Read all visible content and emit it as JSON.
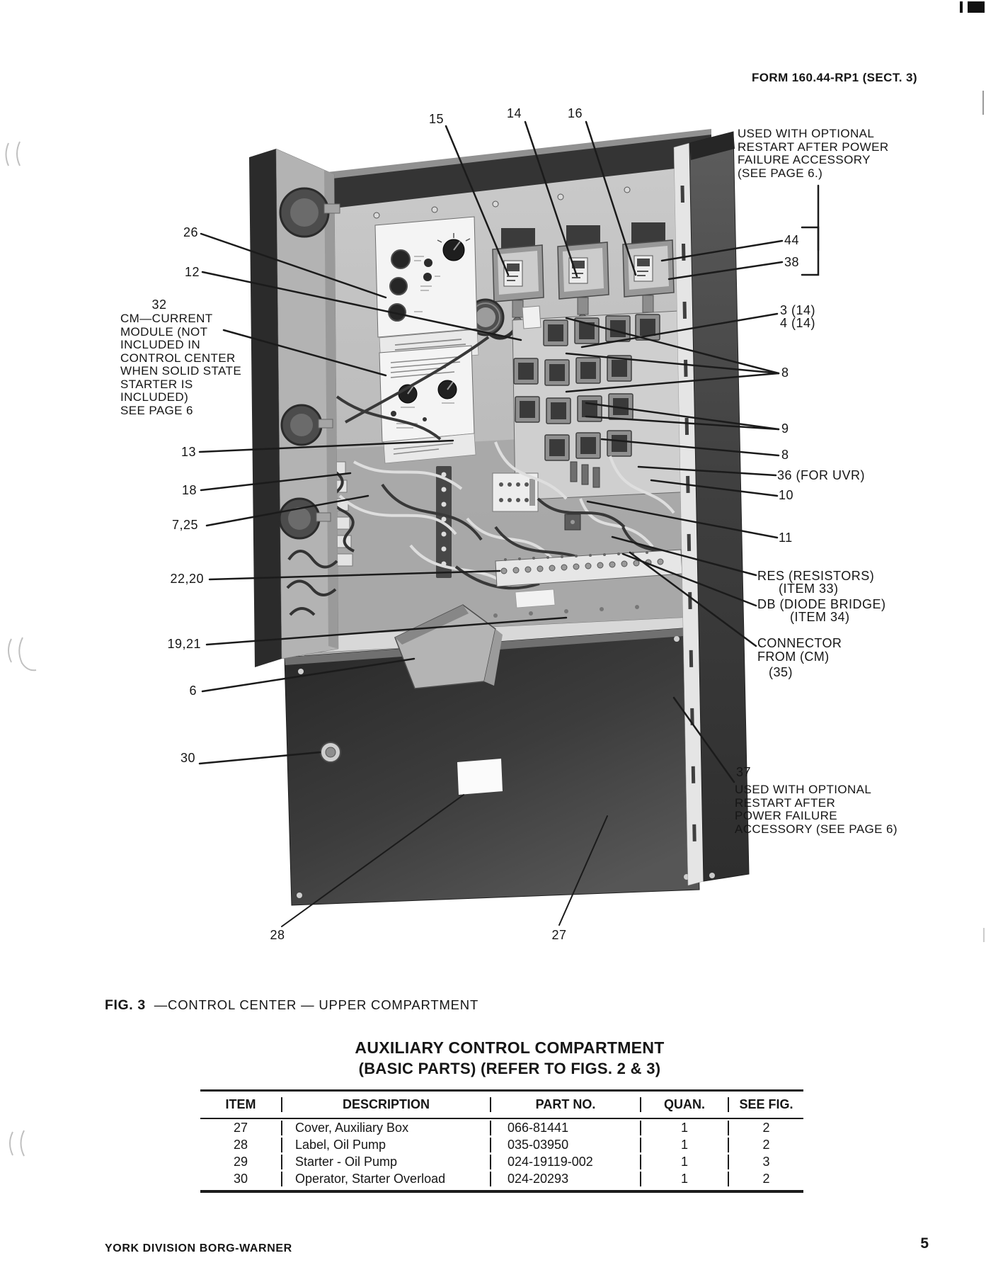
{
  "page": {
    "form_number": "FORM 160.44-RP1 (SECT. 3)",
    "footer_text": "YORK DIVISION BORG-WARNER",
    "page_number": "5",
    "colors": {
      "paper": "#ffffff",
      "ink": "#161616"
    }
  },
  "figure": {
    "caption_fig": "FIG. 3",
    "caption_title": "—CONTROL CENTER — UPPER COMPARTMENT",
    "callouts": {
      "top": {
        "c15": "15",
        "c14": "14",
        "c16": "16"
      },
      "left": {
        "c26": "26",
        "c12": "12",
        "c32": "32",
        "cm_note": "CM—CURRENT\nMODULE (NOT\nINCLUDED IN\nCONTROL CENTER\nWHEN SOLID STATE\nSTARTER IS\nINCLUDED)\nSEE PAGE 6",
        "c13": "13",
        "c18": "18",
        "c7_25": "7,25",
        "c22_20": "22,20",
        "c19_21": "19,21",
        "c6": "6",
        "c30": "30",
        "c28": "28",
        "c27": "27"
      },
      "right": {
        "restart_note_top": "USED WITH OPTIONAL\nRESTART AFTER POWER\nFAILURE ACCESSORY\n(SEE PAGE 6.)",
        "c44": "44",
        "c38": "38",
        "c3": "3 (14)",
        "c4": "4 (14)",
        "c8a": "8",
        "c9": "9",
        "c8b": "8",
        "c36": "36 (FOR UVR)",
        "c10": "10",
        "c11": "11",
        "res_label": "RES (RESISTORS)",
        "res_item": "(ITEM 33)",
        "db_label": "DB (DIODE BRIDGE)",
        "db_item": "(ITEM 34)",
        "connector_label": "CONNECTOR\nFROM (CM)",
        "connector_item": "(35)",
        "c37": "37",
        "restart_note_bottom": "USED WITH OPTIONAL\nRESTART AFTER\nPOWER FAILURE\nACCESSORY (SEE PAGE 6)"
      }
    }
  },
  "parts_table": {
    "title_line1": "AUXILIARY CONTROL COMPARTMENT",
    "title_line2": "(BASIC PARTS)  (REFER TO FIGS. 2 & 3)",
    "headers": [
      "ITEM",
      "DESCRIPTION",
      "PART NO.",
      "QUAN.",
      "SEE FIG."
    ],
    "rows": [
      {
        "item": "27",
        "description": "Cover, Auxiliary Box",
        "part_no": "066-81441",
        "quan": "1",
        "see_fig": "2"
      },
      {
        "item": "28",
        "description": "Label, Oil Pump",
        "part_no": "035-03950",
        "quan": "1",
        "see_fig": "2"
      },
      {
        "item": "29",
        "description": "Starter - Oil Pump",
        "part_no": "024-19119-002",
        "quan": "1",
        "see_fig": "3"
      },
      {
        "item": "30",
        "description": "Operator, Starter Overload",
        "part_no": "024-20293",
        "quan": "1",
        "see_fig": "2"
      }
    ]
  }
}
